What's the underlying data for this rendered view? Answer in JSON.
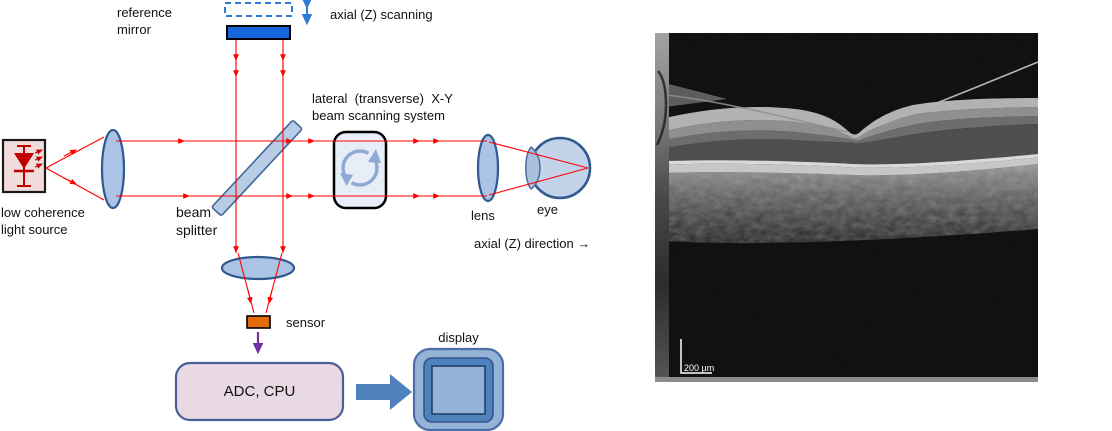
{
  "diagram": {
    "labels": {
      "reference_mirror": "reference\nmirror",
      "axial_scanning": "axial (Z) scanning",
      "lateral_scanning": "lateral  (transverse)  X-Y\nbeam scanning system",
      "beam_splitter": "beam\nsplitter",
      "light_source": "low coherence\nlight source",
      "lens": "lens",
      "eye": "eye",
      "axial_direction": "axial (Z) direction →",
      "sensor": "sensor",
      "adc_cpu": "ADC, CPU",
      "display": "display"
    },
    "colors": {
      "beam": "#ff0000",
      "mirror": "#1565dd",
      "mirror_dashed": "#2e7bd6",
      "lens_fill": "#abc4e5",
      "lens_stroke": "#30598f",
      "splitter_fill": "#b9cce6",
      "scanner_fill": "#e8eef7",
      "source_fill": "#f2dcdb",
      "led": "#c00000",
      "sensor_fill": "#e36c0a",
      "adc_fill": "#e9d9e2",
      "adc_stroke": "#4a5f96",
      "arrow_blue": "#4f81bd",
      "arrow_purple": "#7030a0",
      "display_light": "#95b3d7",
      "display_dark": "#4f81bd"
    }
  },
  "oct": {
    "scale_label": "200 µm"
  }
}
